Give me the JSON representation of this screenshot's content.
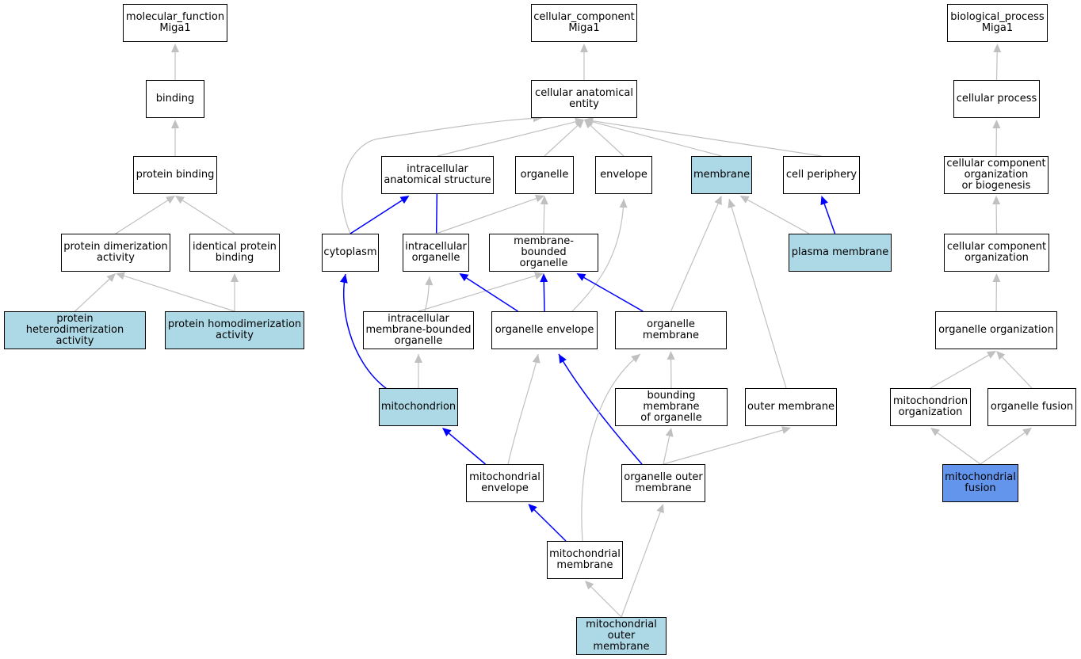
{
  "colors": {
    "annotated": "#add8e6",
    "focus": "#6495ed",
    "edge_default": "#c0c0c0",
    "edge_highlight": "#0000ff"
  },
  "nodes": [
    {
      "id": "mf",
      "label": "molecular_function\nMiga1",
      "style": "plain"
    },
    {
      "id": "binding",
      "label": "binding",
      "style": "plain"
    },
    {
      "id": "protbind",
      "label": "protein binding",
      "style": "plain"
    },
    {
      "id": "dimer",
      "label": "protein dimerization\nactivity",
      "style": "plain"
    },
    {
      "id": "identbind",
      "label": "identical protein\nbinding",
      "style": "plain"
    },
    {
      "id": "heterodim",
      "label": "protein heterodimerization\nactivity",
      "style": "annotated"
    },
    {
      "id": "homodim",
      "label": "protein homodimerization\nactivity",
      "style": "annotated"
    },
    {
      "id": "cc",
      "label": "cellular_component\nMiga1",
      "style": "plain"
    },
    {
      "id": "cae",
      "label": "cellular anatomical\nentity",
      "style": "plain"
    },
    {
      "id": "ias",
      "label": "intracellular\nanatomical structure",
      "style": "plain"
    },
    {
      "id": "organelle",
      "label": "organelle",
      "style": "plain"
    },
    {
      "id": "envelope",
      "label": "envelope",
      "style": "plain"
    },
    {
      "id": "membrane",
      "label": "membrane",
      "style": "annotated"
    },
    {
      "id": "cellper",
      "label": "cell periphery",
      "style": "plain"
    },
    {
      "id": "cytoplasm",
      "label": "cytoplasm",
      "style": "plain"
    },
    {
      "id": "intraorg",
      "label": "intracellular\norganelle",
      "style": "plain"
    },
    {
      "id": "mbo",
      "label": "membrane-bounded\norganelle",
      "style": "plain"
    },
    {
      "id": "plasmamem",
      "label": "plasma membrane",
      "style": "annotated"
    },
    {
      "id": "imbo",
      "label": "intracellular\nmembrane-bounded\norganelle",
      "style": "plain"
    },
    {
      "id": "orgenv",
      "label": "organelle envelope",
      "style": "plain"
    },
    {
      "id": "orgmem",
      "label": "organelle membrane",
      "style": "plain"
    },
    {
      "id": "mito",
      "label": "mitochondrion",
      "style": "annotated"
    },
    {
      "id": "boundmem",
      "label": "bounding membrane\nof organelle",
      "style": "plain"
    },
    {
      "id": "outermem",
      "label": "outer membrane",
      "style": "plain"
    },
    {
      "id": "mitoenv",
      "label": "mitochondrial\nenvelope",
      "style": "plain"
    },
    {
      "id": "orgoutermem",
      "label": "organelle outer\nmembrane",
      "style": "plain"
    },
    {
      "id": "mitomem",
      "label": "mitochondrial\nmembrane",
      "style": "plain"
    },
    {
      "id": "mitooutermem",
      "label": "mitochondrial\nouter membrane",
      "style": "annotated"
    },
    {
      "id": "bp",
      "label": "biological_process\nMiga1",
      "style": "plain"
    },
    {
      "id": "cellproc",
      "label": "cellular process",
      "style": "plain"
    },
    {
      "id": "ccob",
      "label": "cellular component\norganization\nor biogenesis",
      "style": "plain"
    },
    {
      "id": "cco",
      "label": "cellular component\norganization",
      "style": "plain"
    },
    {
      "id": "orgorg",
      "label": "organelle organization",
      "style": "plain"
    },
    {
      "id": "mitoorg",
      "label": "mitochondrion\norganization",
      "style": "plain"
    },
    {
      "id": "orgfusion",
      "label": "organelle fusion",
      "style": "plain"
    },
    {
      "id": "mitofusion",
      "label": "mitochondrial\nfusion",
      "style": "focus"
    }
  ],
  "edges": [
    {
      "from": "binding",
      "to": "mf",
      "highlight": false
    },
    {
      "from": "protbind",
      "to": "binding",
      "highlight": false
    },
    {
      "from": "dimer",
      "to": "protbind",
      "highlight": false
    },
    {
      "from": "identbind",
      "to": "protbind",
      "highlight": false
    },
    {
      "from": "heterodim",
      "to": "dimer",
      "highlight": false
    },
    {
      "from": "homodim",
      "to": "dimer",
      "highlight": false
    },
    {
      "from": "homodim",
      "to": "identbind",
      "highlight": false
    },
    {
      "from": "cae",
      "to": "cc",
      "highlight": false
    },
    {
      "from": "ias",
      "to": "cae",
      "highlight": false
    },
    {
      "from": "organelle",
      "to": "cae",
      "highlight": false
    },
    {
      "from": "envelope",
      "to": "cae",
      "highlight": false
    },
    {
      "from": "membrane",
      "to": "cae",
      "highlight": false
    },
    {
      "from": "cellper",
      "to": "cae",
      "highlight": false
    },
    {
      "from": "cytoplasm",
      "to": "cae",
      "highlight": false
    },
    {
      "from": "cytoplasm",
      "to": "ias",
      "highlight": true
    },
    {
      "from": "intraorg",
      "to": "ias",
      "highlight": true
    },
    {
      "from": "intraorg",
      "to": "organelle",
      "highlight": false
    },
    {
      "from": "mbo",
      "to": "organelle",
      "highlight": false
    },
    {
      "from": "plasmamem",
      "to": "membrane",
      "highlight": false
    },
    {
      "from": "plasmamem",
      "to": "cellper",
      "highlight": true
    },
    {
      "from": "imbo",
      "to": "intraorg",
      "highlight": false
    },
    {
      "from": "imbo",
      "to": "mbo",
      "highlight": false
    },
    {
      "from": "orgenv",
      "to": "intraorg",
      "highlight": true
    },
    {
      "from": "orgenv",
      "to": "mbo",
      "highlight": true
    },
    {
      "from": "orgenv",
      "to": "envelope",
      "highlight": false
    },
    {
      "from": "orgmem",
      "to": "mbo",
      "highlight": true
    },
    {
      "from": "orgmem",
      "to": "membrane",
      "highlight": false
    },
    {
      "from": "outermem",
      "to": "membrane",
      "highlight": false
    },
    {
      "from": "mito",
      "to": "cytoplasm",
      "highlight": true
    },
    {
      "from": "mito",
      "to": "imbo",
      "highlight": false
    },
    {
      "from": "boundmem",
      "to": "orgmem",
      "highlight": false
    },
    {
      "from": "mitoenv",
      "to": "mito",
      "highlight": true
    },
    {
      "from": "mitoenv",
      "to": "orgenv",
      "highlight": false
    },
    {
      "from": "orgoutermem",
      "to": "orgenv",
      "highlight": true
    },
    {
      "from": "orgoutermem",
      "to": "boundmem",
      "highlight": false
    },
    {
      "from": "orgoutermem",
      "to": "outermem",
      "highlight": false
    },
    {
      "from": "mitomem",
      "to": "mitoenv",
      "highlight": true
    },
    {
      "from": "mitomem",
      "to": "orgmem",
      "highlight": false
    },
    {
      "from": "mitooutermem",
      "to": "mitomem",
      "highlight": false
    },
    {
      "from": "mitooutermem",
      "to": "orgoutermem",
      "highlight": false
    },
    {
      "from": "cellproc",
      "to": "bp",
      "highlight": false
    },
    {
      "from": "ccob",
      "to": "cellproc",
      "highlight": false
    },
    {
      "from": "cco",
      "to": "ccob",
      "highlight": false
    },
    {
      "from": "orgorg",
      "to": "cco",
      "highlight": false
    },
    {
      "from": "mitoorg",
      "to": "orgorg",
      "highlight": false
    },
    {
      "from": "orgfusion",
      "to": "orgorg",
      "highlight": false
    },
    {
      "from": "mitofusion",
      "to": "mitoorg",
      "highlight": false
    },
    {
      "from": "mitofusion",
      "to": "orgfusion",
      "highlight": false
    }
  ]
}
